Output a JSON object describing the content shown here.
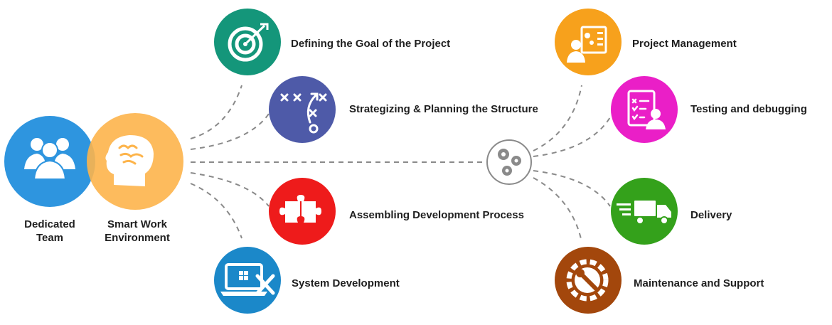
{
  "colors": {
    "connector": "#8a8a8a",
    "dedicated_team": "#2e95df",
    "smart_work": "#fdb44b",
    "goal": "#14967a",
    "strategy": "#4e5aa8",
    "assembling": "#ee1b1b",
    "system_dev": "#1b88c9",
    "project_mgmt": "#f7a11c",
    "testing": "#ea1fc7",
    "delivery": "#34a11b",
    "maintenance": "#a3470c"
  },
  "left_group": {
    "dedicated_team": {
      "line1": "Dedicated",
      "line2": "Team",
      "icon": "team-icon"
    },
    "smart_work": {
      "line1": "Smart Work",
      "line2": "Environment",
      "icon": "brain-icon"
    }
  },
  "hub": {
    "icon": "gears-icon"
  },
  "phase_one": [
    {
      "label": "Defining the Goal of the Project",
      "icon": "target-icon"
    },
    {
      "label": "Strategizing & Planning the Structure",
      "icon": "strategy-play-icon"
    },
    {
      "label": "Assembling Development Process",
      "icon": "puzzle-icon"
    },
    {
      "label": "System Development",
      "icon": "laptop-tools-icon"
    }
  ],
  "phase_two": [
    {
      "label": "Project Management",
      "icon": "project-management-icon"
    },
    {
      "label": "Testing and debugging",
      "icon": "testing-checklist-icon"
    },
    {
      "label": "Delivery",
      "icon": "delivery-truck-icon"
    },
    {
      "label": "Maintenance and Support",
      "icon": "wrench-gear-icon"
    }
  ]
}
